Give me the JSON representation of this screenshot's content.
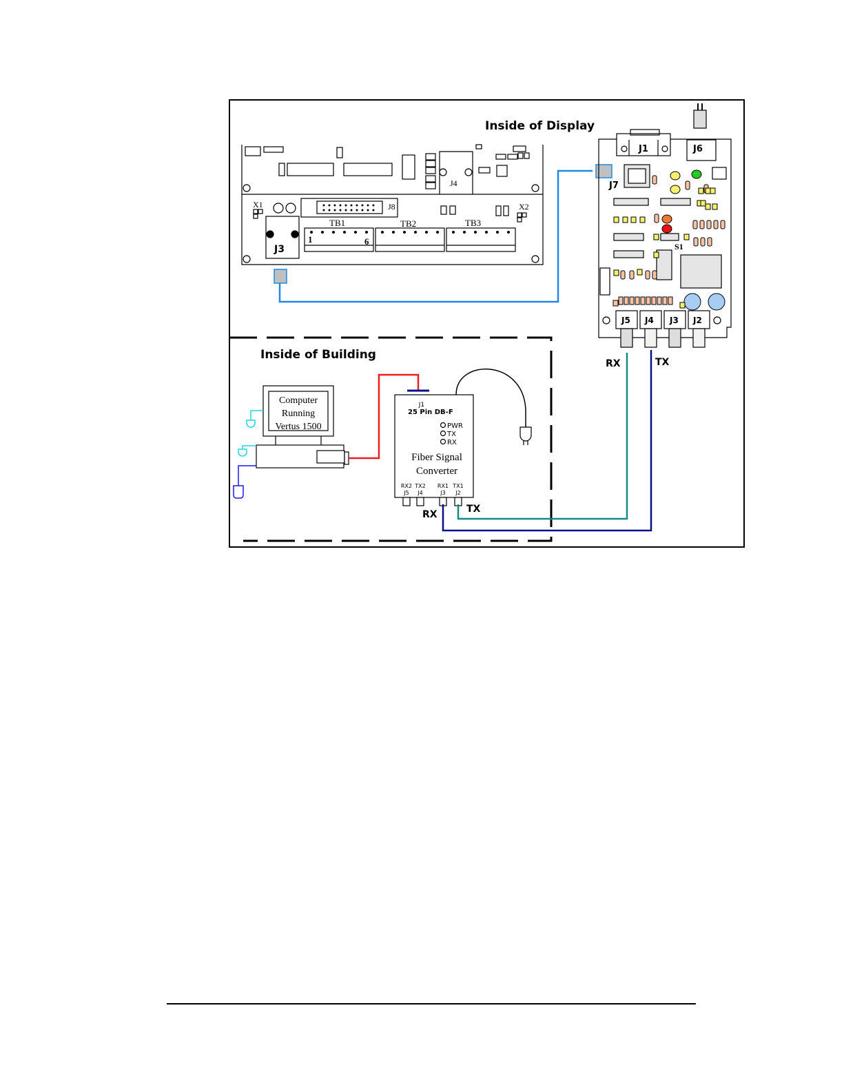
{
  "display_section": {
    "title": "Inside of Display",
    "main_board": {
      "labels": {
        "j4": "J4",
        "j8": "J8",
        "j3": "J3",
        "x1": "X1",
        "x2": "X2",
        "tb1": "TB1",
        "tb2": "TB2",
        "tb3": "TB3",
        "tb1_pin_first": "1",
        "tb1_pin_last": "6"
      }
    },
    "fiber_board": {
      "labels": {
        "j1": "J1",
        "j6": "J6",
        "j7": "J7",
        "s1": "S1",
        "j5": "J5",
        "j4": "J4",
        "j3": "J3",
        "j2": "J2"
      },
      "cable_labels": {
        "rx": "RX",
        "tx": "TX"
      }
    }
  },
  "building_section": {
    "title": "Inside of Building",
    "computer": {
      "screen_lines": [
        "Computer",
        "Running",
        "Vertus 1500"
      ]
    },
    "converter": {
      "port_label": "J1",
      "port_desc": "25 Pin DB-F",
      "leds": [
        "PWR",
        "TX",
        "RX"
      ],
      "name_lines": [
        "Fiber Signal",
        "Converter"
      ],
      "ports": [
        {
          "top": "RX2",
          "bottom": "J5"
        },
        {
          "top": "TX2",
          "bottom": "J4"
        },
        {
          "top": "RX1",
          "bottom": "J3"
        },
        {
          "top": "TX1",
          "bottom": "J2"
        }
      ],
      "cable_labels": {
        "rx": "RX",
        "tx": "TX"
      }
    }
  },
  "colors": {
    "rs232_cable": "#1e88e5",
    "serial_cable": "#ee1c1c",
    "fiber_rx": "#138a85",
    "fiber_tx": "#0a0a8c",
    "power_cord": "#22d3e6",
    "mouse_cord": "#1a1ae6",
    "connector_gray": "#c0c0c0",
    "led_yellow": "#f5f06e",
    "led_green": "#22cc22",
    "led_orange": "#f07830",
    "led_red": "#ee1010",
    "resistor": "#f7c4a8",
    "pot_blue": "#a8cdf5"
  }
}
